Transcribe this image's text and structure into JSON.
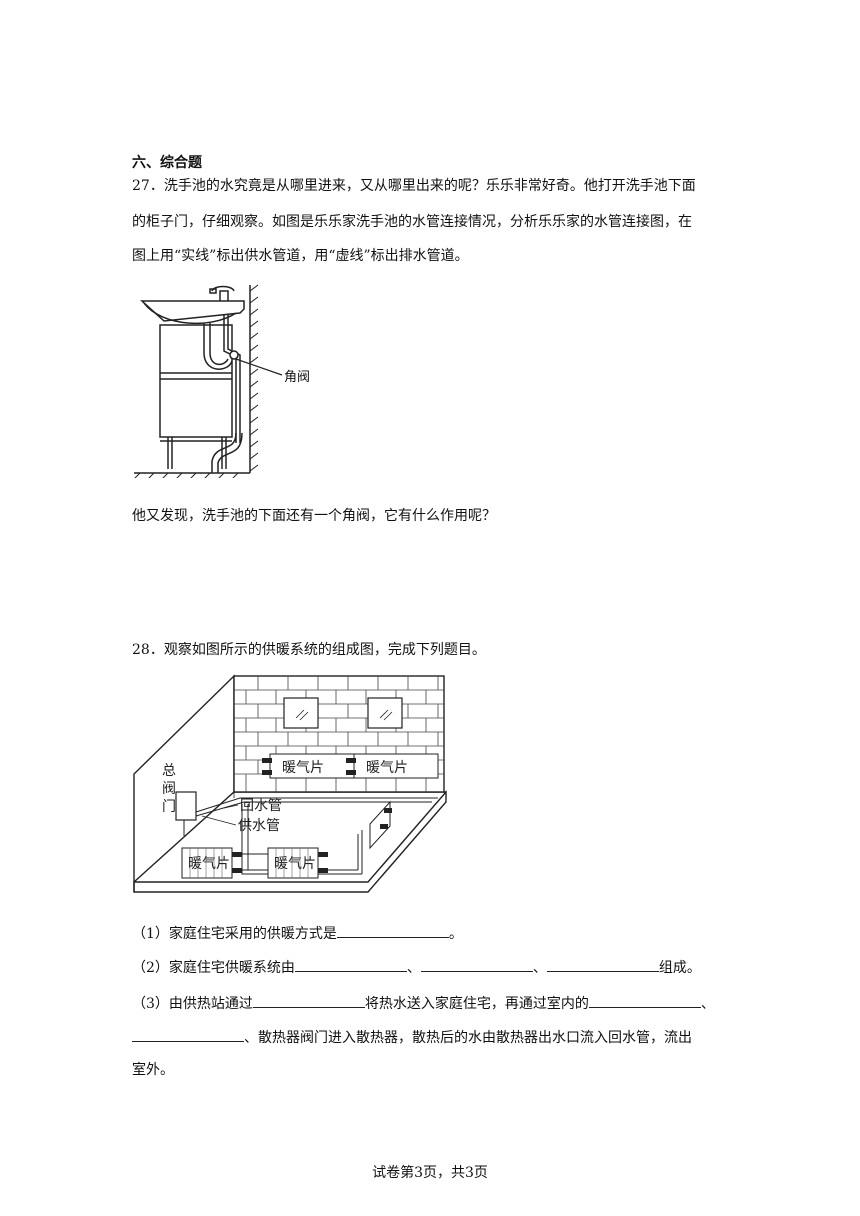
{
  "section": {
    "title": "六、综合题"
  },
  "q27": {
    "line1": "27．洗手池的水究竟是从哪里进来，又从哪里出来的呢？乐乐非常好奇。他打开洗手池下面",
    "line2": "的柜子门，仔细观察。如图是乐乐家洗手池的水管连接情况，分析乐乐家的水管连接图，在",
    "line3": "图上用“实线”标出供水管道，用“虚线”标出排水管道。",
    "figure_label_valve": "角阀",
    "followup": "他又发现，洗手池的下面还有一个角阀，它有什么作用呢？"
  },
  "q28": {
    "stem": "28．观察如图所示的供暖系统的组成图，完成下列题目。",
    "labels": {
      "main_valve_1": "总",
      "main_valve_2": "阀",
      "main_valve_3": "门",
      "return_pipe": "回水管",
      "supply_pipe": "供水管",
      "radiator": "暖气片"
    },
    "sub1": {
      "prefix": "（1）家庭住宅采用的供暖方式是",
      "suffix": "。"
    },
    "sub2": {
      "prefix": "（2）家庭住宅供暖系统由",
      "sep1": "、",
      "sep2": "、",
      "suffix": "组成。"
    },
    "sub3": {
      "prefix": "（3）由供热站通过",
      "mid": "将热水送入家庭住宅，再通过室内的",
      "sep": "、",
      "line2_mid": "、散热器阀门进入散热器，散热后的水由散热器出水口流入回水管，流出",
      "line3": "室外。"
    }
  },
  "footer": {
    "page": "试卷第3页，共3页"
  }
}
